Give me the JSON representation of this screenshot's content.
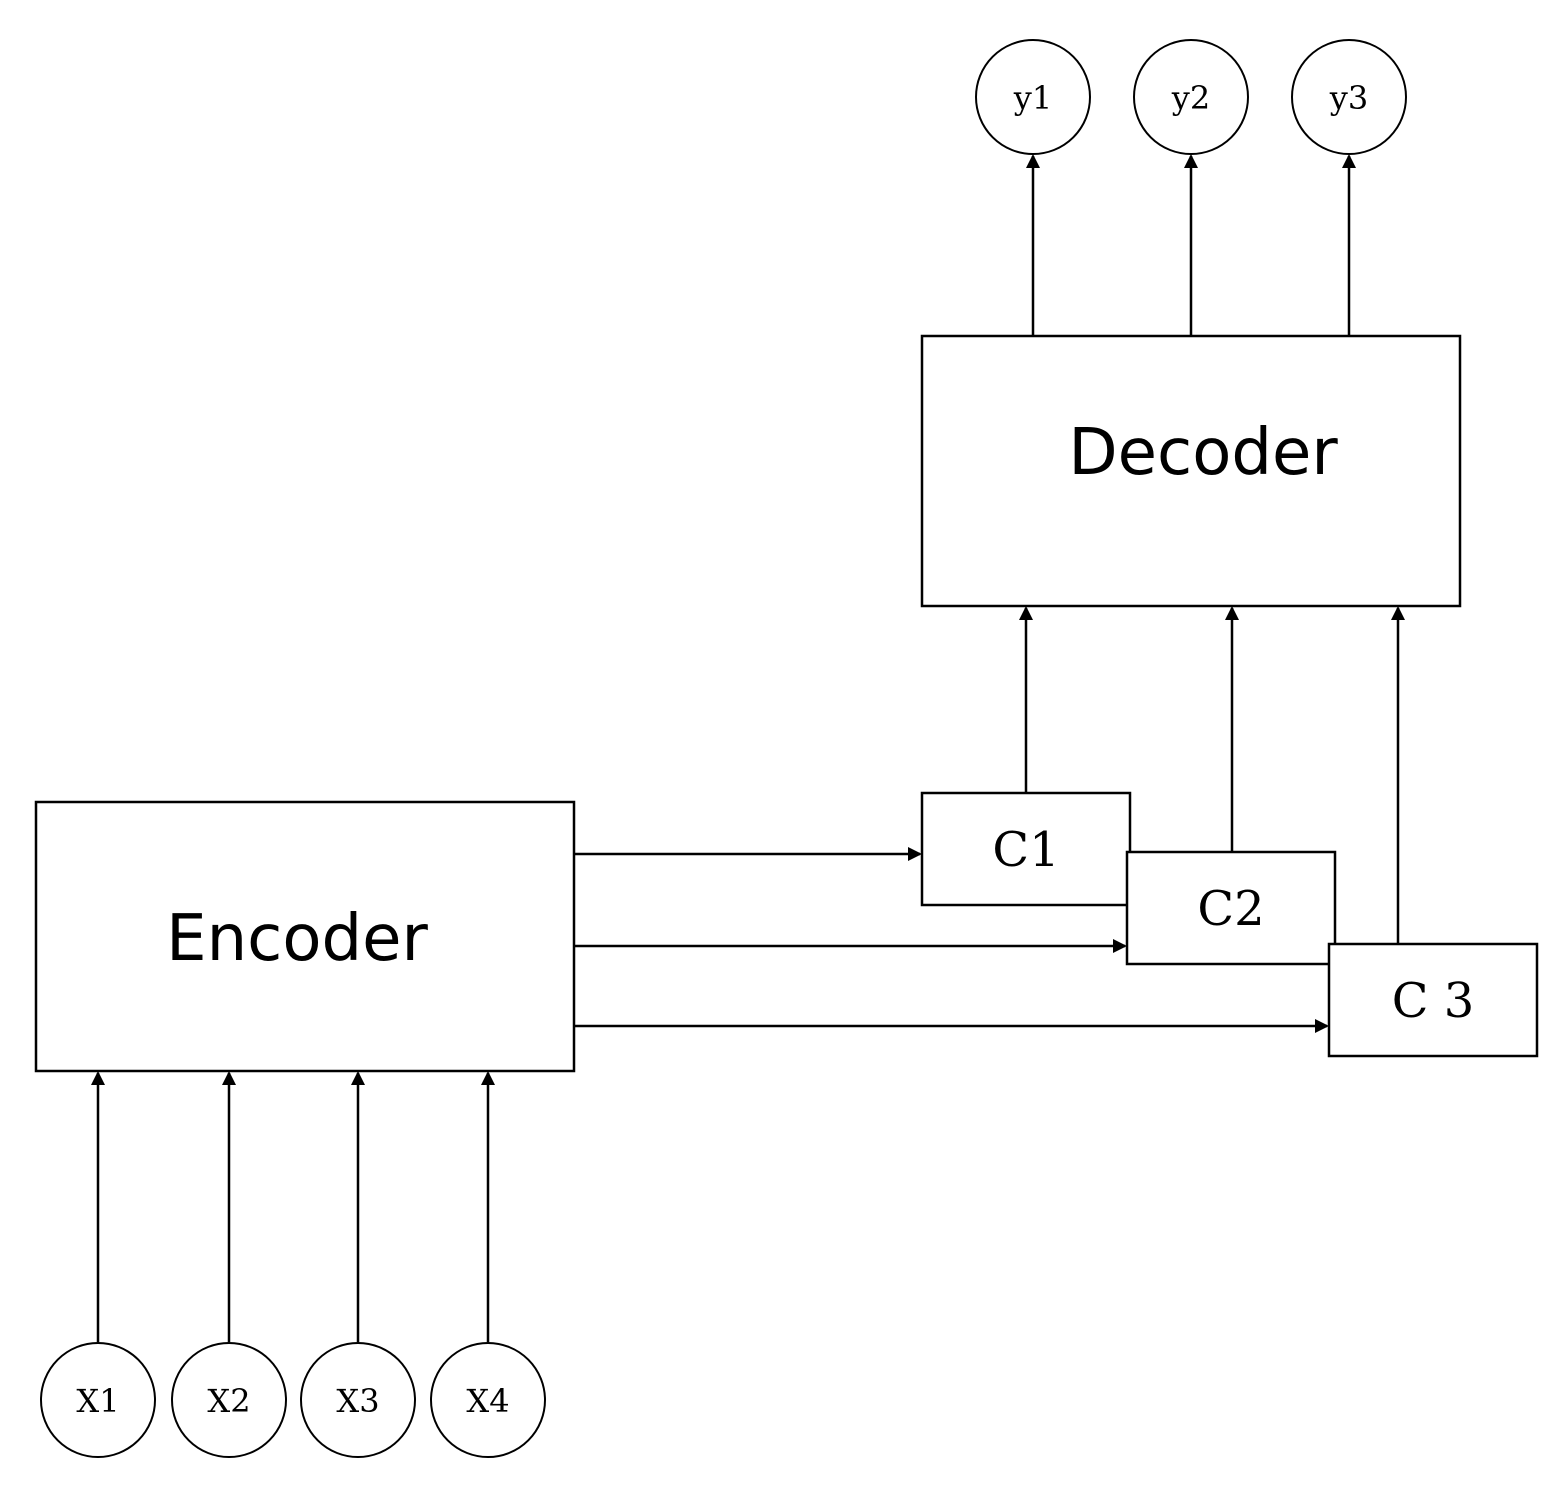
{
  "encoder": {
    "label": "Encoder"
  },
  "decoder": {
    "label": "Decoder"
  },
  "context": {
    "c1": "C1",
    "c2": "C2",
    "c3": "C 3"
  },
  "inputs": [
    "X1",
    "X2",
    "X3",
    "X4"
  ],
  "outputs": [
    "y1",
    "y2",
    "y3"
  ],
  "colors": {
    "stroke": "#000000",
    "background": "#ffffff"
  }
}
